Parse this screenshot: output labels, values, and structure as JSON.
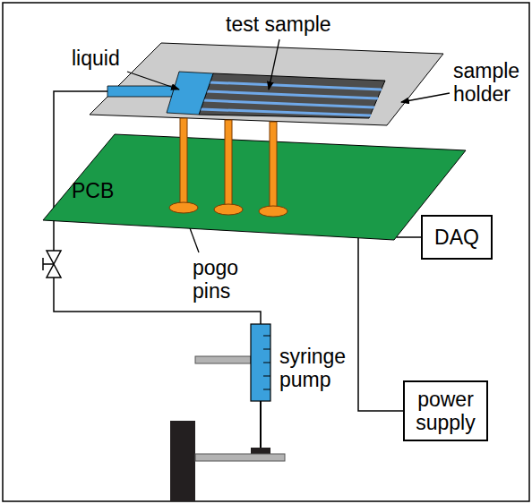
{
  "diagram": {
    "nodes": [
      {
        "text": [
          "PCB"
        ]
      },
      {
        "text": [
          "DAQ"
        ]
      },
      {
        "text": [
          "power supply"
        ]
      }
    ],
    "edges": [
      {
        "from": 0,
        "to": 1,
        "arrow": "none"
      },
      {
        "from": 0,
        "to": 2,
        "arrow": "none"
      }
    ],
    "labels": [
      "test sample",
      "liquid",
      "sample holder",
      "pogo pins",
      "syringe pump"
    ]
  }
}
